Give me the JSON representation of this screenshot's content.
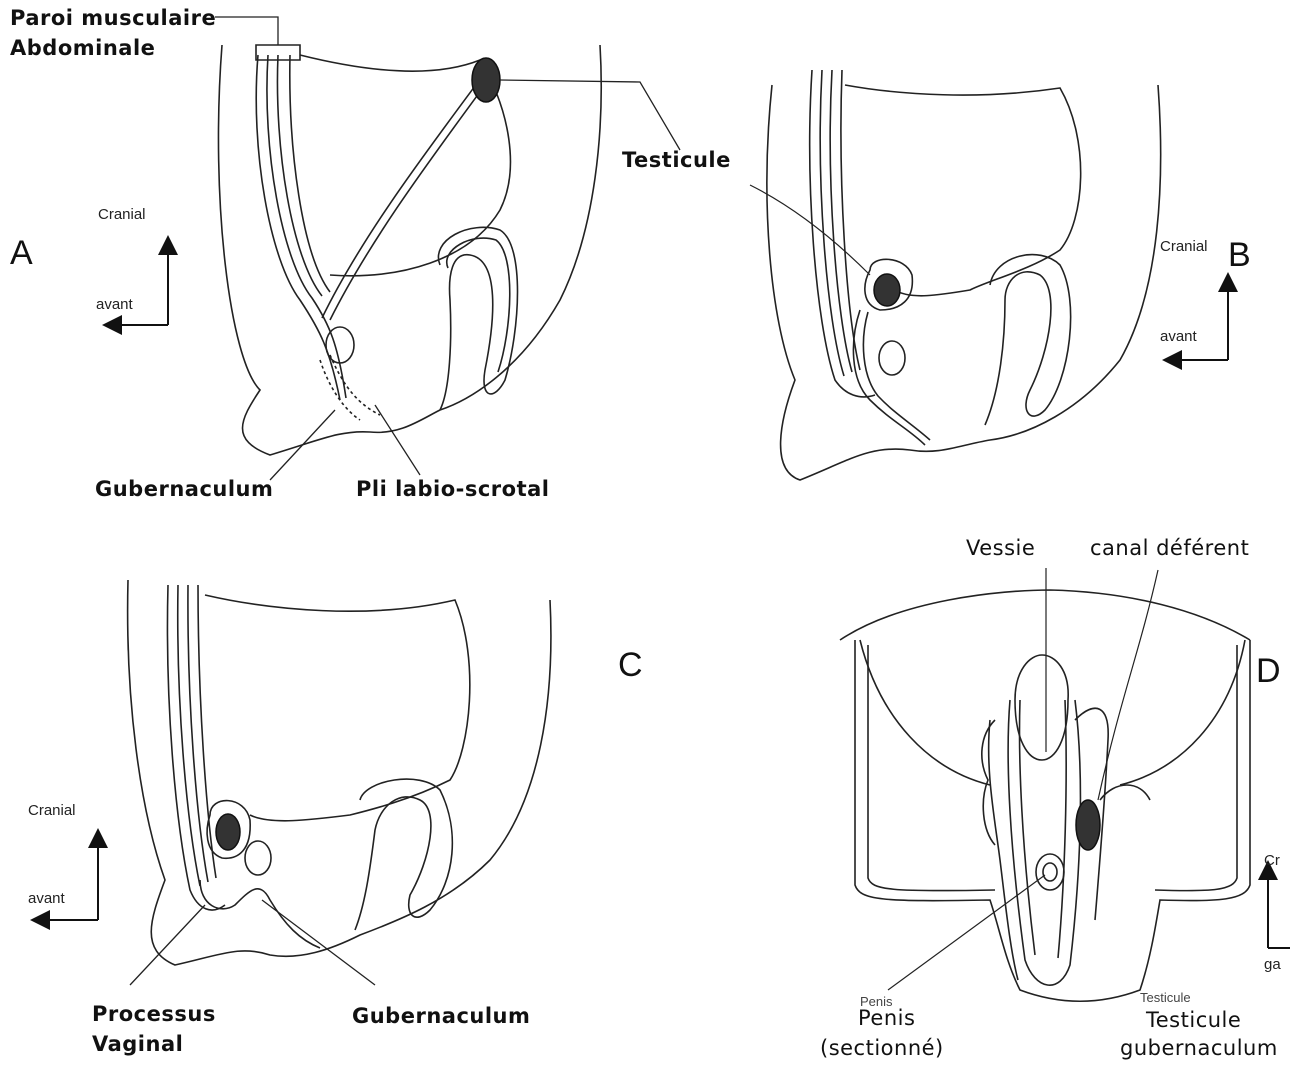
{
  "panels": {
    "A": {
      "letter": "A",
      "label_wall_1": "Paroi musculaire",
      "label_wall_2": "Abdominale",
      "label_testicule": "Testicule",
      "label_gubernaculum": "Gubernaculum",
      "label_pli": "Pli labio-scrotal",
      "axis_cranial": "Cranial",
      "axis_avant": "avant"
    },
    "B": {
      "letter": "B",
      "axis_cranial": "Cranial",
      "axis_avant": "avant"
    },
    "C": {
      "letter": "C",
      "axis_cranial": "Cranial",
      "axis_avant": "avant",
      "label_processus_1": "Processus",
      "label_processus_2": "Vaginal",
      "label_gubernaculum": "Gubernaculum"
    },
    "D": {
      "letter": "D",
      "label_vessie": "Vessie",
      "label_canal": "canal déférent",
      "label_penis_small": "Penis",
      "label_testicule_small": "Testicule",
      "label_penis_1": "Penis",
      "label_penis_2": "(sectionné)",
      "label_testicule": "Testicule",
      "label_gubernaculum": "gubernaculum",
      "axis_cr": "Cr",
      "axis_ga": "ga"
    }
  },
  "colors": {
    "ink": "#111111",
    "testis_fill": "#333333",
    "paper": "#ffffff"
  }
}
